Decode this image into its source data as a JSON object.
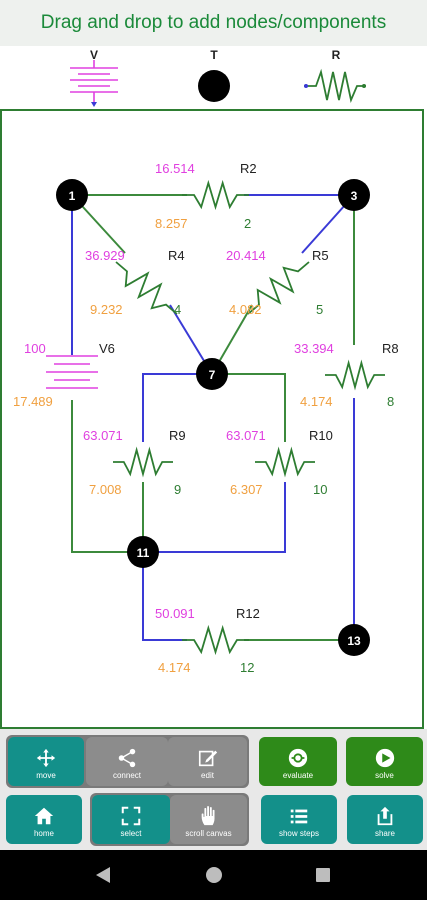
{
  "header": {
    "title": "Drag and drop to add nodes/components"
  },
  "palette": [
    {
      "label": "V",
      "icon": "battery-icon"
    },
    {
      "label": "T",
      "icon": "node-icon"
    },
    {
      "label": "R",
      "icon": "resistor-icon"
    }
  ],
  "circuit": {
    "nodes": [
      "1",
      "3",
      "7",
      "11",
      "13"
    ],
    "components": [
      {
        "name": "R2",
        "top_value": "16.514",
        "bottom_value": "8.257",
        "index": "2"
      },
      {
        "name": "R4",
        "top_value": "36.929",
        "bottom_value": "9.232",
        "index": "4"
      },
      {
        "name": "R5",
        "top_value": "20.414",
        "bottom_value": "4.082",
        "index": "5"
      },
      {
        "name": "V6",
        "top_value": "100",
        "bottom_value": "17.489",
        "index": ""
      },
      {
        "name": "R8",
        "top_value": "33.394",
        "bottom_value": "4.174",
        "index": "8"
      },
      {
        "name": "R9",
        "top_value": "63.071",
        "bottom_value": "7.008",
        "index": "9"
      },
      {
        "name": "R10",
        "top_value": "63.071",
        "bottom_value": "6.307",
        "index": "10"
      },
      {
        "name": "R12",
        "top_value": "50.091",
        "bottom_value": "4.174",
        "index": "12"
      }
    ]
  },
  "toolbar": {
    "move": "move",
    "connect": "connect",
    "edit": "edit",
    "evaluate": "evaluate",
    "solve": "solve",
    "home": "home",
    "select": "select",
    "scroll_canvas": "scroll canvas",
    "show_steps": "show steps",
    "share": "share"
  },
  "colors": {
    "accent_green": "#1b8a3a",
    "teal": "#13908a",
    "button_green": "#2e8a19",
    "wire_blue": "#3a3ad6",
    "wire_green": "#3c8a3c",
    "value_magenta": "#e040e0",
    "value_orange": "#f0a040"
  }
}
